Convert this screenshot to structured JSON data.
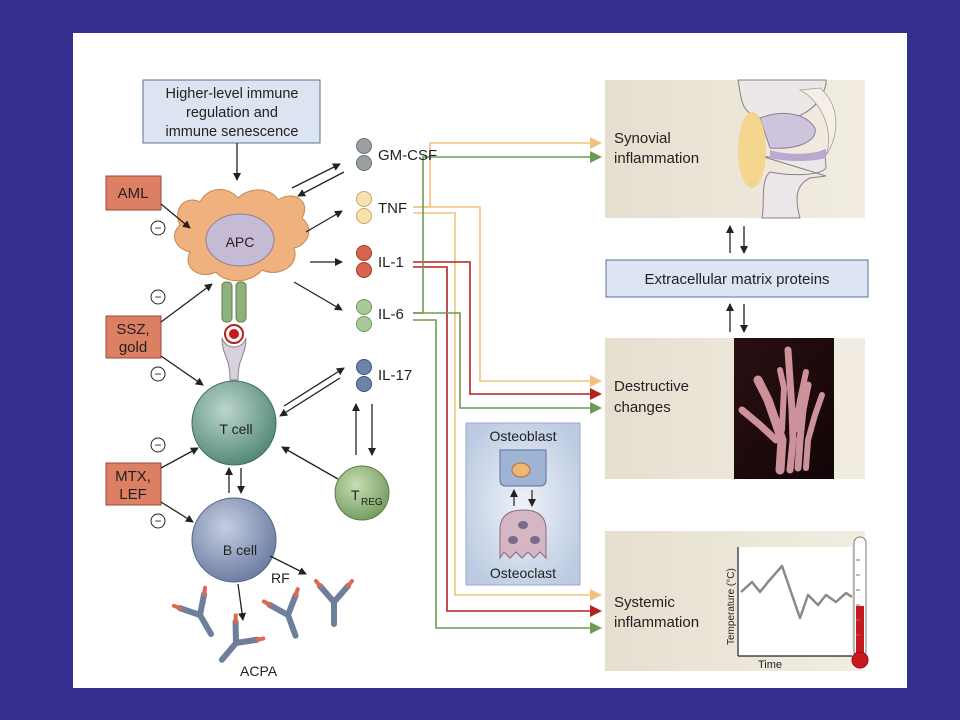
{
  "nodes": {
    "top_box": [
      "Higher-level immune",
      "regulation and",
      "immune senescence"
    ],
    "apc": "APC",
    "t_cell": "T cell",
    "b_cell": "B cell",
    "treg_main": "T",
    "treg_sub": "REG"
  },
  "cytokines": [
    "GM-CSF",
    "TNF",
    "IL-1",
    "IL-6",
    "IL-17"
  ],
  "drugs": {
    "aml": "AML",
    "ssz": [
      "SSZ,",
      "gold"
    ],
    "mtx": [
      "MTX,",
      "LEF"
    ]
  },
  "inhibition_symbol": "−",
  "antibodies": {
    "rf": "RF",
    "acpa": "ACPA"
  },
  "bone": {
    "osteoblast": "Osteoblast",
    "osteoclast": "Osteoclast"
  },
  "outcomes": {
    "synovial": [
      "Synovial",
      "inflammation"
    ],
    "ecm": "Extracellular matrix proteins",
    "destructive": [
      "Destructive",
      "changes"
    ],
    "systemic": [
      "Systemic",
      "inflammation"
    ]
  },
  "chart": {
    "ylabel": "Temperature (°C)",
    "xlabel": "Time"
  },
  "colors": {
    "background": "#35308f",
    "gm_csf": "#9aa0a2",
    "tnf": "#f1d69a",
    "il1": "#d9654e",
    "il6": "#98be86",
    "il17": "#5b7396",
    "line_tnf": "#f2c27c",
    "line_il1": "#b1241f",
    "line_il6": "#6f9a52"
  }
}
